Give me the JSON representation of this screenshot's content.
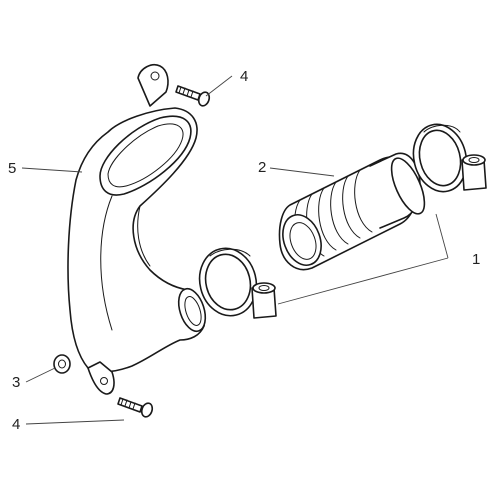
{
  "callouts": [
    {
      "id": "4a",
      "text": "4"
    },
    {
      "id": "2",
      "text": "2"
    },
    {
      "id": "5",
      "text": "5"
    },
    {
      "id": "1",
      "text": "1"
    },
    {
      "id": "3",
      "text": "3"
    },
    {
      "id": "4b",
      "text": "4"
    }
  ]
}
